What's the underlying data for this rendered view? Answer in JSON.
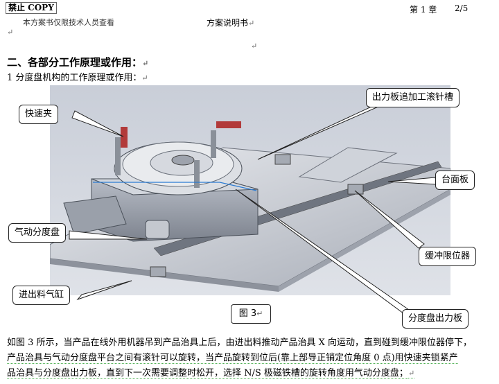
{
  "header": {
    "stamp": "禁止 COPY",
    "chapter": "第 1 章",
    "page": "2/5",
    "subtitle": "本方案书仅限技术人员查看",
    "doc_title": "方案说明书"
  },
  "para_mark": "↵",
  "section": {
    "heading": "二、各部分工作原理或作用：",
    "subheading": "1   分度盘机构的工作原理或作用："
  },
  "figure": {
    "caption": "图 3",
    "callouts": {
      "quick_clamp": "快速夹",
      "output_plate_groove": "出力板追加工滚针槽",
      "table_plate": "台面板",
      "pneumatic_indexer": "气动分度盘",
      "buffer_stopper": "缓冲限位器",
      "feed_cylinder": "进出料气缸",
      "indexer_output_plate": "分度盘出力板"
    }
  },
  "paragraph": {
    "line1": "如图 3 所示，当产品在线外用机器吊到产品治具上后，由进出料推动产品治具 X 向运动，直到碰到缓冲限位器停下，",
    "line2": "产品治具与气动分度盘平台之间有滚针可以旋转，当产品旋转到位后(靠上部导正销定位角度 0 点)用快速夹锁紧产",
    "line3": "品治具与分度盘出力板，直到下一次需要调整时松开，选择 N/S 极磁铁槽的旋转角度用气动分度盘；"
  }
}
